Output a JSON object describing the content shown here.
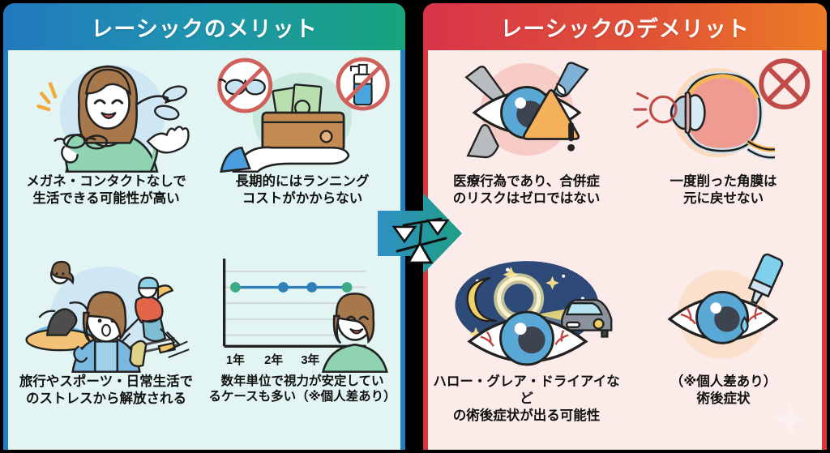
{
  "left_panel": {
    "title": "レーシックのメリット",
    "accent": "#1f95ae",
    "gradient_from": "#2279bd",
    "gradient_to": "#17a47c",
    "body_bg": "#e2f5f3",
    "items": [
      {
        "icon": "woman-holding-glasses-and-contact-lens-icon",
        "caption": "メガネ・コンタクトなしで\n生活できる可能性が高い"
      },
      {
        "icon": "hand-wallet-money-no-glasses-no-solution-icon",
        "caption": "長期的にはランニング\nコストがかからない"
      },
      {
        "icon": "surfer-skier-traveler-icon",
        "caption": "旅行やスポーツ・日常生活で\nのストレスから解放される"
      },
      {
        "icon": "stable-vision-line-chart-icon",
        "caption": "数年単位で視力が安定してい\nるケースも多い（※個人差あり）"
      }
    ]
  },
  "right_panel": {
    "title": "レーシックのデメリット",
    "accent": "#e05236",
    "gradient_from": "#d8344a",
    "gradient_to": "#ec7c26",
    "body_bg": "#fbecea",
    "items": [
      {
        "icon": "eye-with-scalpels-and-warning-icon",
        "caption": "医療行為であり、合併症\nのリスクはゼロではない"
      },
      {
        "icon": "eye-cross-section-with-x-mark-icon",
        "caption": "一度削った角膜は\n元に戻せない"
      },
      {
        "icon": "night-halo-glare-car-headlight-eye-icon",
        "caption": "ハロー・グレア・ドライアイなど\nの術後症状が出る可能性"
      },
      {
        "icon": "eye-with-eyedrop-icon",
        "caption": "（※個人差あり）\n術後症状"
      }
    ]
  },
  "center": {
    "icon": "balance-scale-arrow-icon",
    "gradient_from": "#2f8fc4",
    "gradient_to": "#1f9f85"
  },
  "chart_data": {
    "type": "line",
    "title": "",
    "categories": [
      "1年",
      "2年",
      "3年",
      ""
    ],
    "values": [
      1.0,
      1.0,
      1.0,
      1.0
    ],
    "point_colors": [
      "#3aab84",
      "#2f7fb8",
      "#2f7fb8",
      "#3aab84"
    ],
    "xlabel": "",
    "ylabel": "",
    "grid": true,
    "ylim": [
      0,
      1.4
    ],
    "tick_labels": [
      "1年",
      "2年",
      "3年"
    ]
  }
}
